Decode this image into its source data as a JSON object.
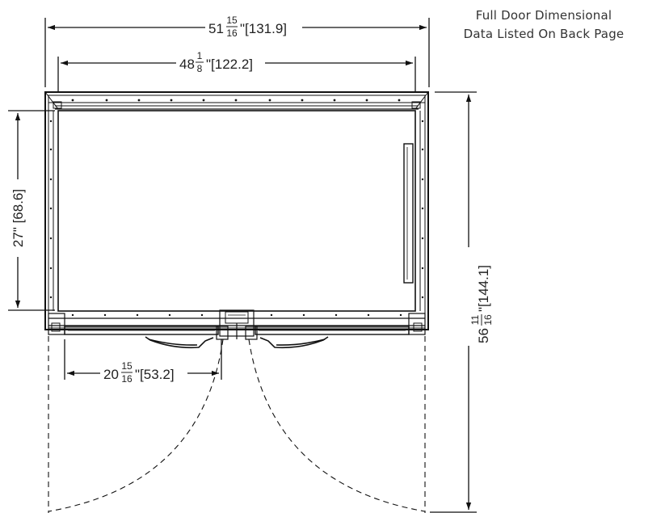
{
  "note": {
    "line1": "Full Door Dimensional",
    "line2": "Data Listed On Back Page"
  },
  "dimensions": {
    "overall_width": {
      "whole": "51",
      "num": "15",
      "den": "16",
      "suffix": "\"[131.9]"
    },
    "interior_width": {
      "whole": "48",
      "num": "1",
      "den": "8",
      "suffix": "\"[122.2]"
    },
    "interior_depth": {
      "text": "27\" [68.6]"
    },
    "door_width": {
      "whole": "20",
      "num": "15",
      "den": "16",
      "suffix": "\"[53.2]"
    },
    "overall_depth": {
      "whole": "56",
      "num": "11",
      "den": "16",
      "suffix": "\"[144.1]"
    }
  }
}
